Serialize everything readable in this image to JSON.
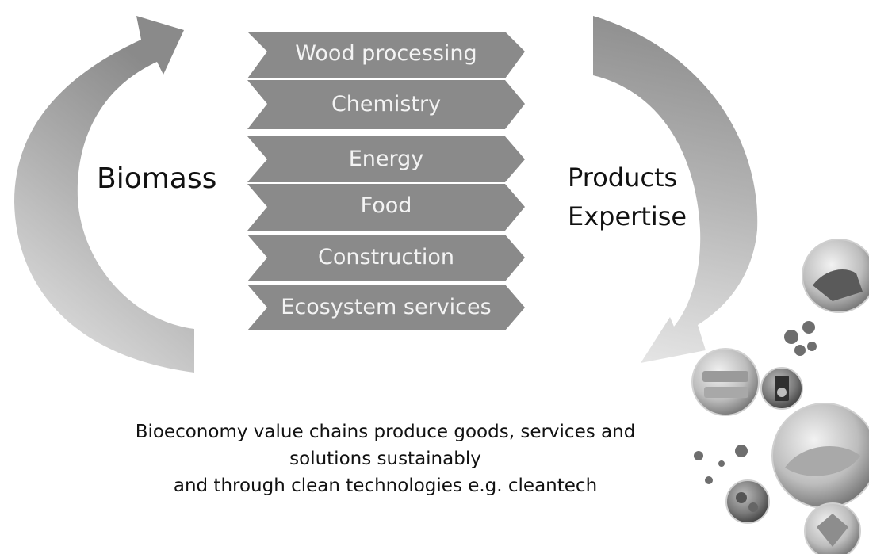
{
  "sectors": [
    "Wood processing",
    "Chemistry",
    "Energy",
    "Food",
    "Construction",
    "Ecosystem services"
  ],
  "left_label": "Biomass",
  "right_labels": [
    "Products",
    "Expertise"
  ],
  "caption_lines": [
    "Bioeconomy value chains produce goods, services and",
    "solutions sustainably",
    "and through clean technologies e.g. cleantech"
  ],
  "colors": {
    "chevron_fill": "#8a8a8a",
    "chevron_text": "#f3f3f3",
    "arrow_dark": "#8e8e8e",
    "arrow_light": "#e6e6e6",
    "decor_dot": "#6e6e6e"
  },
  "decor_icons": [
    "photo-circle-hand-icon",
    "photo-circle-packaging-icon",
    "photo-circle-speaker-icon",
    "photo-circle-fish-icon",
    "photo-circle-berries-icon",
    "photo-circle-shapes-icon"
  ]
}
